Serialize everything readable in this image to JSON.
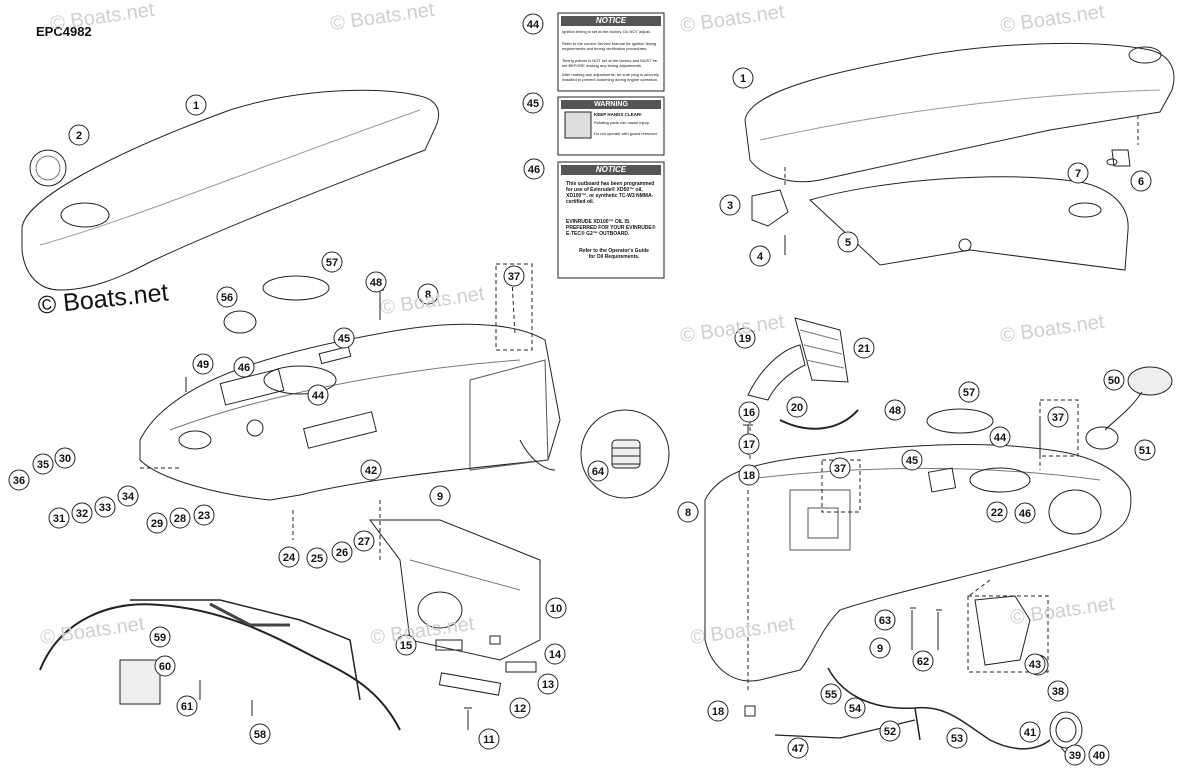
{
  "diagram_code": "EPC4982",
  "brand": "© Boats.net",
  "watermark": "© Boats.net",
  "part_numbers": [
    "1",
    "2",
    "3",
    "4",
    "5",
    "6",
    "7",
    "8",
    "9",
    "10",
    "11",
    "12",
    "13",
    "14",
    "15",
    "16",
    "17",
    "18",
    "19",
    "20",
    "21",
    "22",
    "23",
    "24",
    "25",
    "26",
    "27",
    "28",
    "29",
    "30",
    "31",
    "32",
    "33",
    "34",
    "35",
    "36",
    "37",
    "38",
    "39",
    "40",
    "41",
    "42",
    "43",
    "44",
    "45",
    "46",
    "47",
    "48",
    "49",
    "50",
    "51",
    "52",
    "53",
    "54",
    "55",
    "56",
    "57",
    "58",
    "59",
    "60",
    "61",
    "62",
    "63",
    "64"
  ],
  "labels": {
    "notice_ignition": {
      "header": "NOTICE",
      "lines": [
        "Ignition timing is set at the factory. Do NOT adjust.",
        "Refer to the correct Service Manual for ignition timing requirements and timing verification procedures.",
        "Timing pointer is NOT set at the factory and MUST be set BEFORE making any timing adjustments.",
        "After making any adjustments, be sure plug is securely installed to prevent loosening during engine operation."
      ]
    },
    "warning_hands": {
      "header": "WARNING",
      "title": "KEEP HANDS CLEAR!",
      "lines": [
        "Rotating parts can cause injury.",
        "Do not operate with guard removed."
      ]
    },
    "notice_oil": {
      "header": "NOTICE",
      "lines": [
        "This outboard has been programmed for use of Evinrude® XD50™ oil, XD100™, or synthetic TC-W3 NMMA-certified oil.",
        "EVINRUDE XD100™ OIL IS PREFERRED FOR YOUR EVINRUDE® E-TEC® G2™ OUTBOARD.",
        "Refer to the Operator's Guide for Oil Requirements."
      ]
    }
  },
  "colors": {
    "line": "#222222",
    "callout_fill": "#ffffff",
    "label_header": "#555555",
    "watermark": "#cfcfcf"
  }
}
